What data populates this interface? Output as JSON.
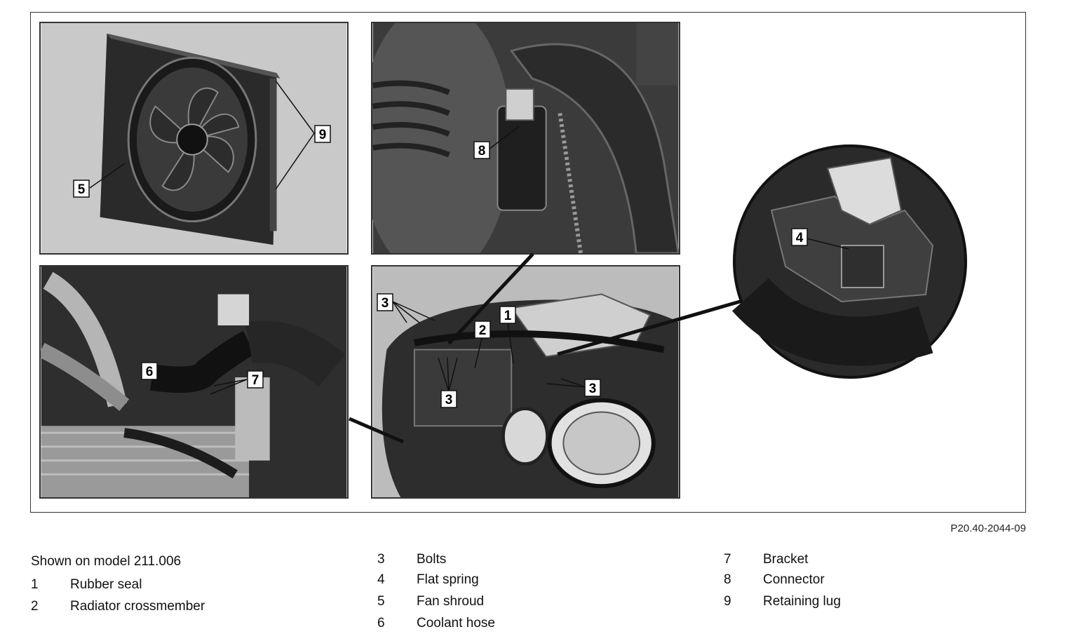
{
  "figure": {
    "id": "P20.40-2044-09",
    "callouts": {
      "c1": "1",
      "c2": "2",
      "c3": "3",
      "c4": "4",
      "c5": "5",
      "c6": "6",
      "c7": "7",
      "c8": "8",
      "c9": "9"
    }
  },
  "legend": {
    "caption": "Shown on model 211.006",
    "col1": [
      {
        "num": "1",
        "label": "Rubber seal"
      },
      {
        "num": "2",
        "label": "Radiator crossmember"
      }
    ],
    "col2": [
      {
        "num": "3",
        "label": "Bolts"
      },
      {
        "num": "4",
        "label": "Flat spring"
      },
      {
        "num": "5",
        "label": "Fan shroud"
      },
      {
        "num": "6",
        "label": "Coolant hose"
      }
    ],
    "col3": [
      {
        "num": "7",
        "label": "Bracket"
      },
      {
        "num": "8",
        "label": "Connector"
      },
      {
        "num": "9",
        "label": "Retaining lug"
      }
    ]
  }
}
